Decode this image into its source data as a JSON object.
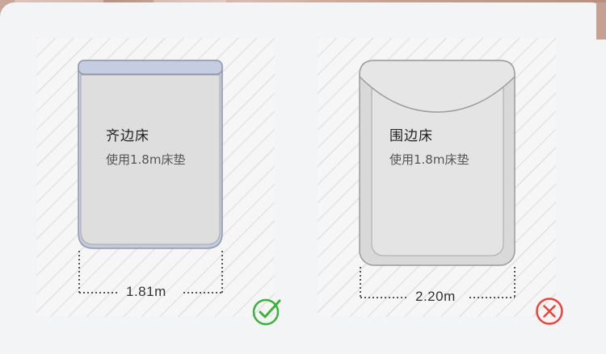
{
  "beds": [
    {
      "title": "齐边床",
      "subtitle": "使用1.8m床垫",
      "width": "1.81m",
      "status_icon": "check-circle-icon",
      "status_color": "#3cb23c"
    },
    {
      "title": "围边床",
      "subtitle": "使用1.8m床垫",
      "width": "2.20m",
      "status_icon": "cross-circle-icon",
      "status_color": "#e8443a"
    }
  ],
  "colors": {
    "mattress_fill": "#dfdfdf",
    "mattress_stroke": "#9aa3b4",
    "header_band": "#c6cde0",
    "dashed_line": "#555555"
  }
}
